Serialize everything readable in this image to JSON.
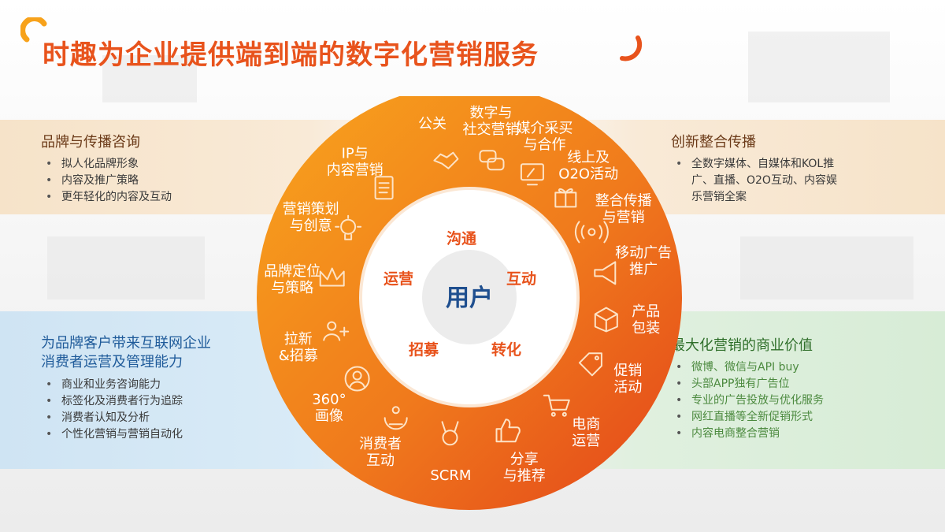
{
  "title": "时趣为企业提供端到端的数字化营销服务",
  "colors": {
    "accent": "#e8531c",
    "orange_light": "#f7a21b",
    "blue_text": "#1f5b9a",
    "green_text": "#2f6f2a"
  },
  "panels": {
    "top_left": {
      "heading": "品牌与传播咨询",
      "items": [
        "拟人化品牌形象",
        "内容及推广策略",
        "更年轻化的内容及互动"
      ]
    },
    "top_right": {
      "heading": "创新整合传播",
      "text_lines": [
        "全数字媒体、自媒体和KOL推",
        "广、直播、O2O互动、内容娱",
        "乐营销全案"
      ]
    },
    "bottom_left": {
      "heading_lines": [
        "为品牌客户带来互联网企业",
        "消费者运营及管理能力"
      ],
      "items": [
        "商业和业务咨询能力",
        "标签化及消费者行为追踪",
        "消费者认知及分析",
        "个性化营销与营销自动化"
      ]
    },
    "bottom_right": {
      "heading": "最大化营销的商业价值",
      "items": [
        "微博、微信与API buy",
        "头部APP独有广告位",
        "专业的广告投放与优化服务",
        "网红直播等全新促销形式",
        "内容电商整合营销"
      ]
    }
  },
  "wheel": {
    "center": "用户",
    "inner": [
      "沟通",
      "互动",
      "转化",
      "招募",
      "运营"
    ],
    "outer": [
      {
        "lines": [
          "公关"
        ],
        "icon": "handshake-icon"
      },
      {
        "lines": [
          "数字与",
          "社交营销"
        ],
        "icon": "chat-bubbles-icon"
      },
      {
        "lines": [
          "媒介采买",
          "与合作"
        ],
        "icon": "monitor-icon"
      },
      {
        "lines": [
          "线上及",
          "O2O活动"
        ],
        "icon": "gift-icon"
      },
      {
        "lines": [
          "整合传播",
          "与营销"
        ],
        "icon": "broadcast-icon"
      },
      {
        "lines": [
          "移动广告",
          "推广"
        ],
        "icon": "megaphone-icon"
      },
      {
        "lines": [
          "产品",
          "包装"
        ],
        "icon": "box-icon"
      },
      {
        "lines": [
          "促销",
          "活动"
        ],
        "icon": "price-tag-icon"
      },
      {
        "lines": [
          "电商",
          "运营"
        ],
        "icon": "cart-icon"
      },
      {
        "lines": [
          "分享",
          "与推荐"
        ],
        "icon": "thumbs-up-icon"
      },
      {
        "lines": [
          "SCRM"
        ],
        "icon": "medal-icon"
      },
      {
        "lines": [
          "消费者",
          "互动"
        ],
        "icon": "cycle-people-icon"
      },
      {
        "lines": [
          "360°",
          "画像"
        ],
        "icon": "profile-icon"
      },
      {
        "lines": [
          "拉新",
          "&招募"
        ],
        "icon": "add-users-icon"
      },
      {
        "lines": [
          "品牌定位",
          "与策略"
        ],
        "icon": "crown-icon"
      },
      {
        "lines": [
          "营销策划",
          "与创意"
        ],
        "icon": "lightbulb-icon"
      },
      {
        "lines": [
          "IP与",
          "内容营销"
        ],
        "icon": "document-icon"
      }
    ]
  }
}
